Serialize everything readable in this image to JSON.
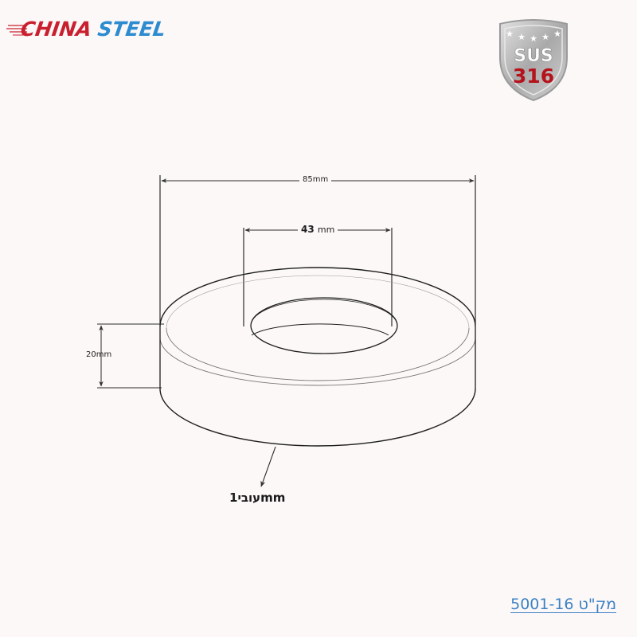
{
  "logo": {
    "brand_primary": "CHINA",
    "brand_secondary": "STEEL",
    "primary_color": "#c8202e",
    "secondary_color": "#2d8bd0"
  },
  "badge": {
    "stars": 5,
    "line1": "SUS",
    "line2": "316",
    "shield_color": "#b5b5b5",
    "number_color": "#b5121b"
  },
  "drawing": {
    "outer_diameter": "85mm",
    "inner_diameter_value": "43",
    "inner_diameter_unit": "mm",
    "height": "20mm",
    "thickness_label": "עובי1mm",
    "line_color": "#1e1e1e"
  },
  "footer": {
    "sku_label": "מק\"ט 5001-16",
    "sku_color": "#3b82c4"
  }
}
